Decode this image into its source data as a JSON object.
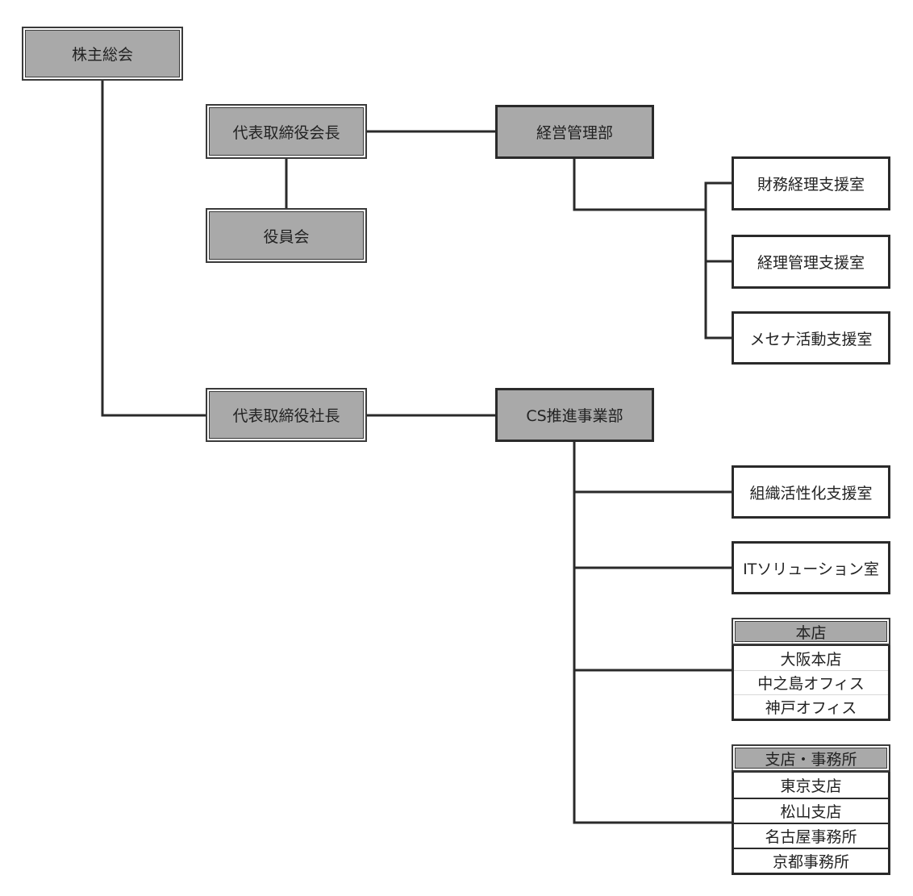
{
  "nodes": {
    "shareholders": "株主総会",
    "chairman": "代表取締役会長",
    "board": "役員会",
    "president": "代表取締役社長",
    "management_dept": "経営管理部",
    "cs_dept": "CS推進事業部",
    "finance_support": "財務経理支援室",
    "accounting_support": "経理管理支援室",
    "mecenat_support": "メセナ活動支援室",
    "org_activation": "組織活性化支援室",
    "it_solution": "ITソリューション室"
  },
  "head_office": {
    "title": "本店",
    "items": [
      "大阪本店",
      "中之島オフィス",
      "神戸オフィス"
    ]
  },
  "branches": {
    "title": "支店・事務所",
    "items": [
      "東京支店",
      "松山支店",
      "名古屋事務所",
      "京都事務所"
    ]
  }
}
